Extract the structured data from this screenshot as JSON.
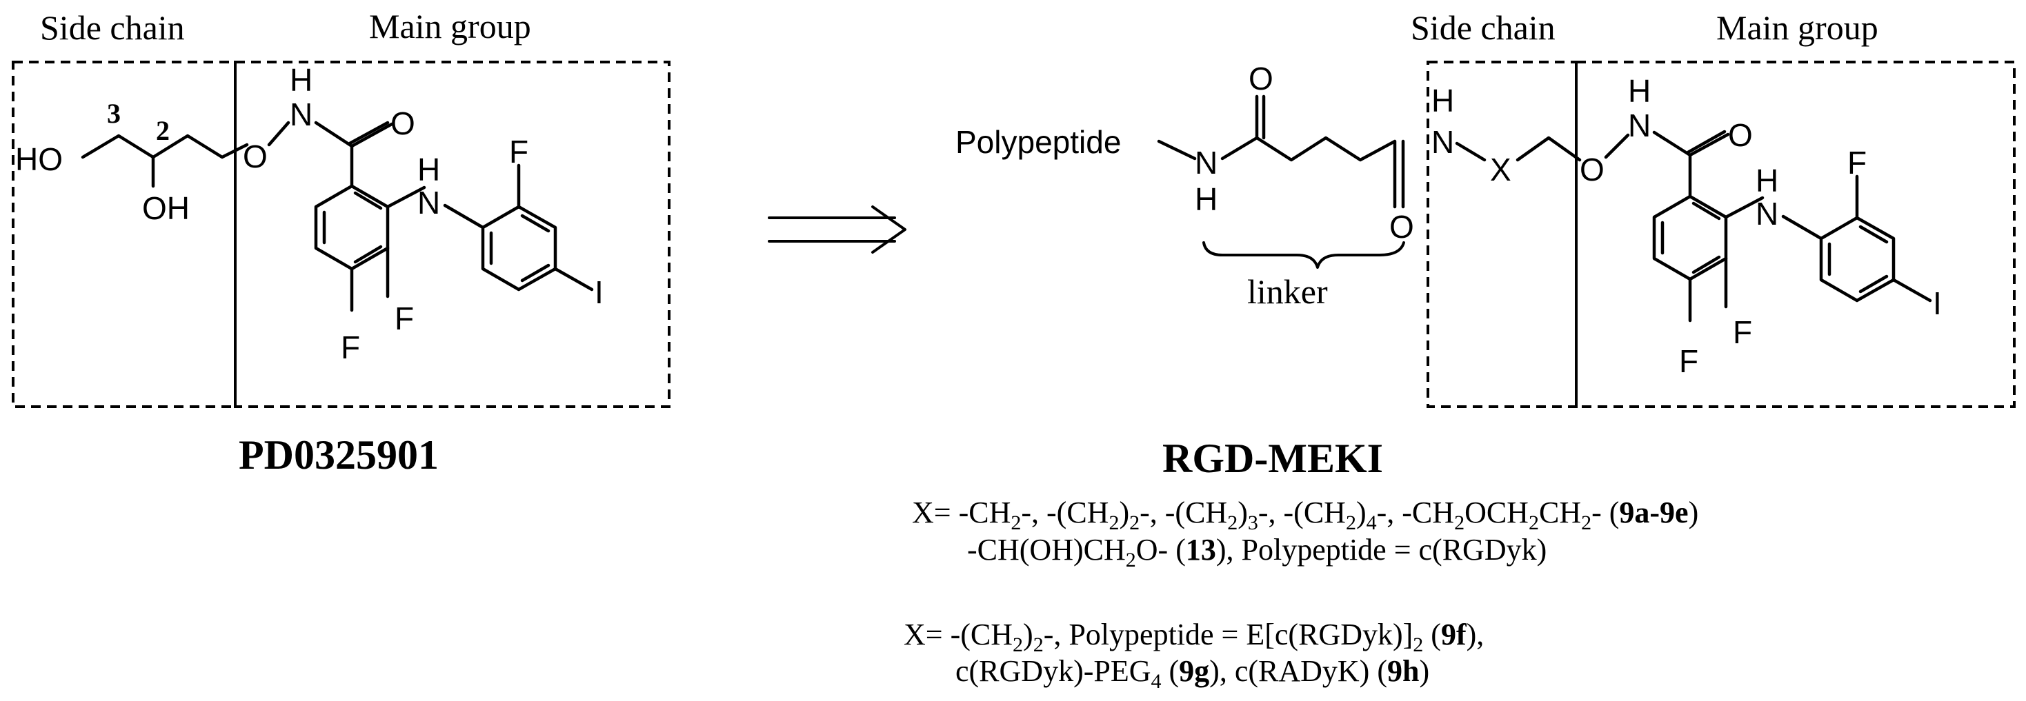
{
  "left": {
    "side_chain_label": "Side chain",
    "main_group_label": "Main group",
    "compound_name": "PD0325901",
    "position_labels": [
      "3",
      "2"
    ],
    "atoms": {
      "ho": "HO",
      "oh": "OH",
      "o_ether": "O",
      "n": "N",
      "h_nh": "H",
      "o_carbonyl": "O",
      "h_aniline": "H",
      "n_aniline": "N",
      "f_top": "F",
      "i": "I",
      "f_mid": "F",
      "f_bottom": "F"
    }
  },
  "right": {
    "side_chain_label": "Side chain",
    "main_group_label": "Main group",
    "compound_name": "RGD-MEKI",
    "linker_label": "linker",
    "polypeptide_label": "Polypeptide",
    "atoms": {
      "n_amide1": "N",
      "h_amide1": "H",
      "o_carbonyl1": "O",
      "o_carbonyl2": "O",
      "h_amide2": "H",
      "n_amide2": "N",
      "x": "X",
      "o_ether": "O",
      "h_hydroxamate": "H",
      "n_hydroxamate": "N",
      "o_carbonyl3": "O",
      "h_aniline": "H",
      "n_aniline": "N",
      "f_top": "F",
      "i": "I",
      "f_mid": "F",
      "f_bottom": "F"
    }
  },
  "legend": {
    "line1": {
      "prefix": "X= -CH",
      "s1": "2",
      "t1": "-, -(CH",
      "s2": "2",
      "t2": ")",
      "s3": "2",
      "t3": "-, -(CH",
      "s4": "2",
      "t4": ")",
      "s5": "3",
      "t5": "-, -(CH",
      "s6": "2",
      "t6": ")",
      "s7": "4",
      "t7": "-, -CH",
      "s8": "2",
      "t8": "OCH",
      "s9": "2",
      "t9": "CH",
      "s10": "2",
      "t10": "- (",
      "bold": "9a-9e",
      "end": ")"
    },
    "line2": {
      "pre": "-CH(OH)CH",
      "s1": "2",
      "mid": "O- (",
      "bold": "13",
      "end": "), Polypeptide = c(RGDyk)"
    },
    "line3": {
      "pre": "X= -(CH",
      "s1": "2",
      "t1": ")",
      "s2": "2",
      "mid": "-, Polypeptide = E[c(RGDyk)]",
      "s3": "2",
      "t2": " (",
      "bold": "9f",
      "end": "),"
    },
    "line4": {
      "pre": "c(RGDyk)-PEG",
      "s1": "4",
      "t1": " (",
      "bold1": "9g",
      "mid": "), c(RADyK) (",
      "bold2": "9h",
      "end": ")"
    }
  }
}
